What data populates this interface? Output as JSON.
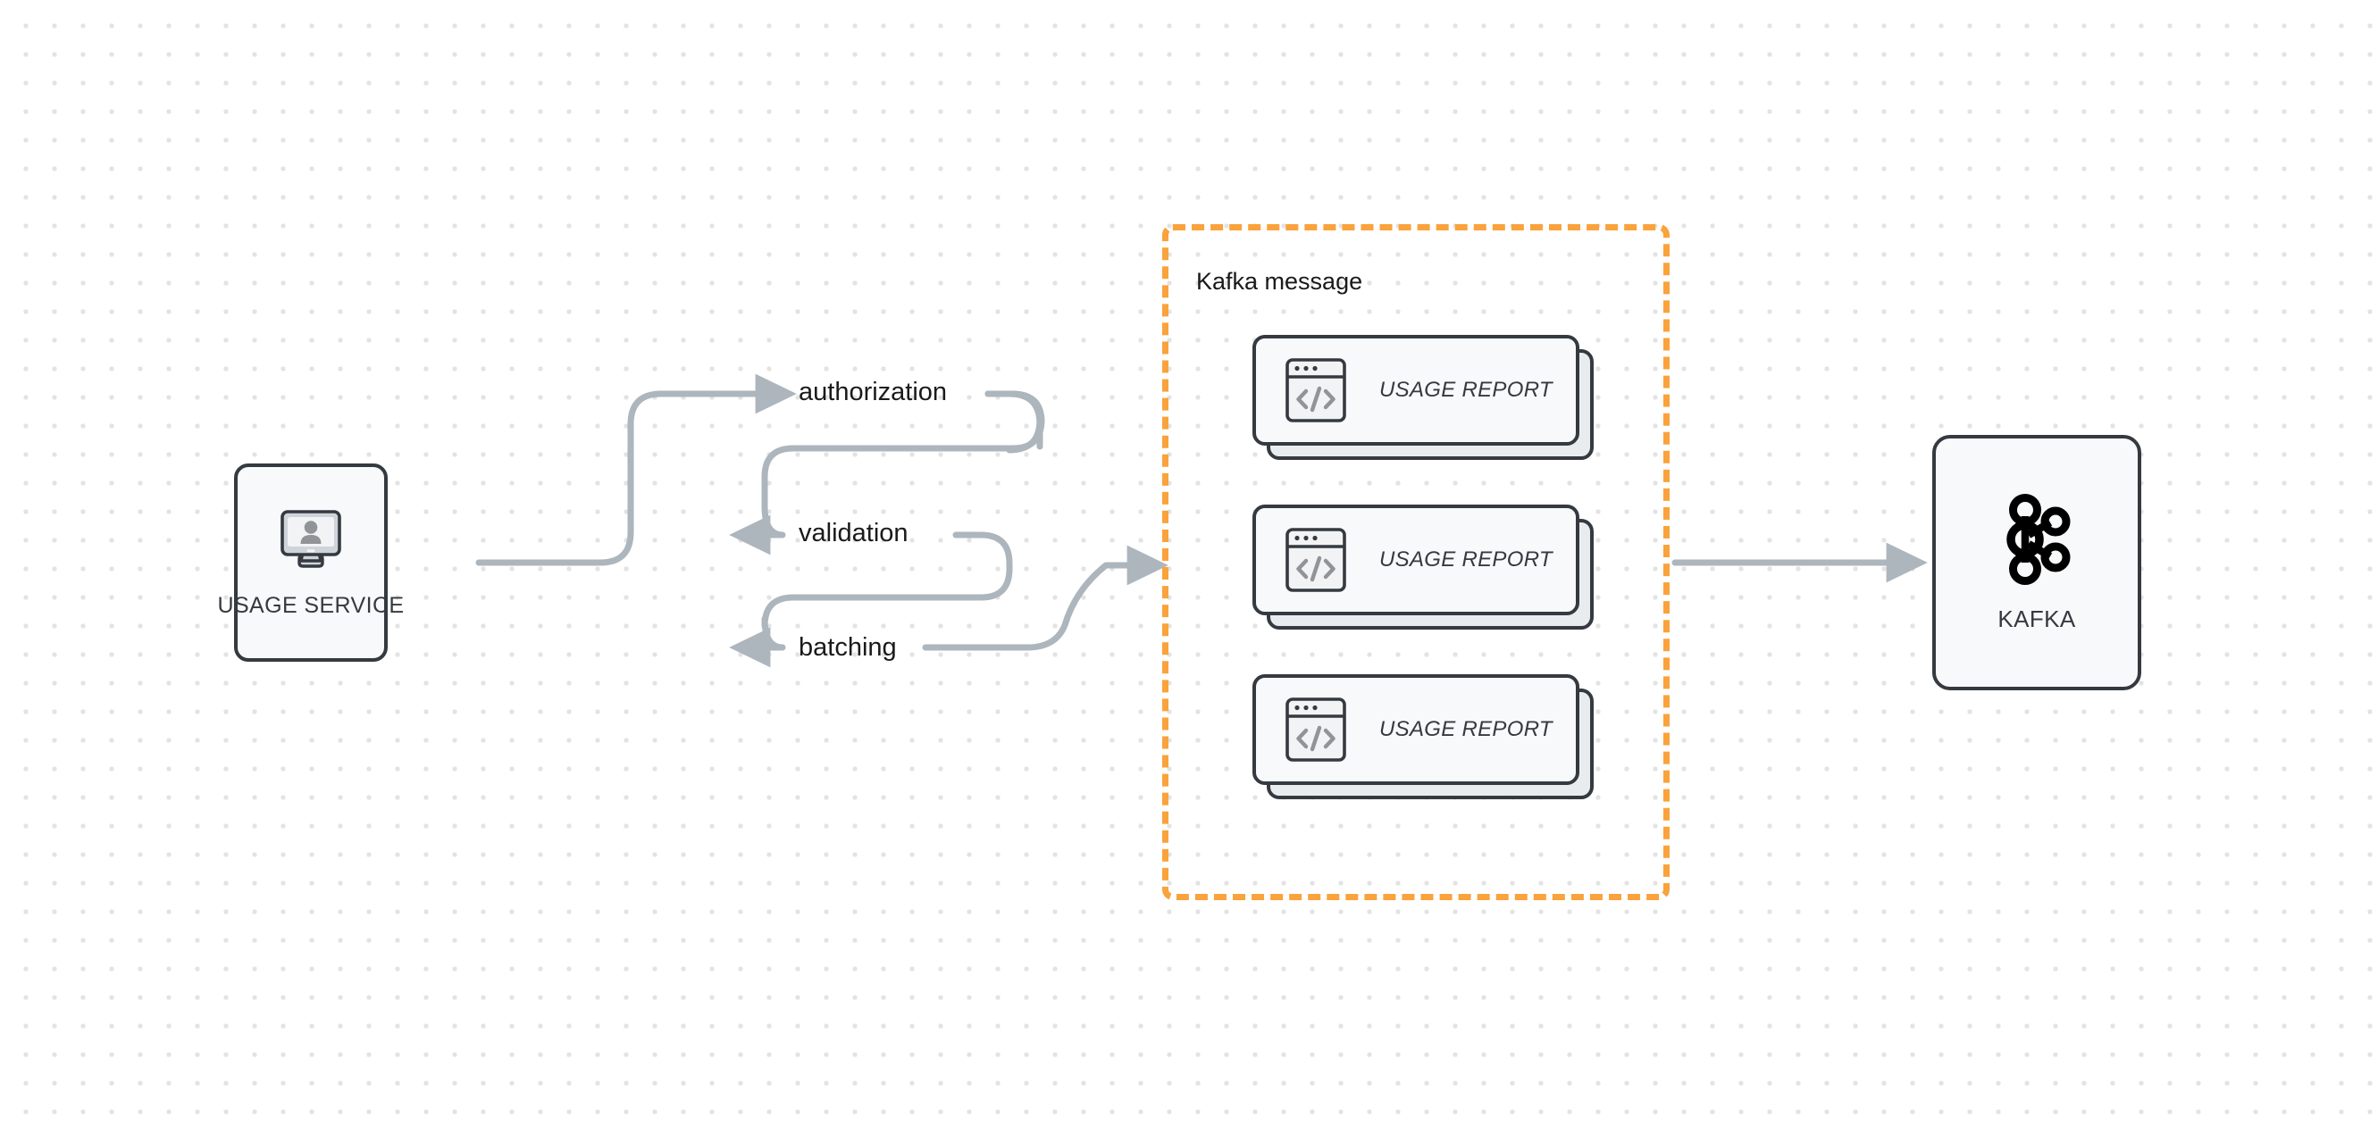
{
  "diagram": {
    "title": "Usage Service to Kafka flow",
    "background": {
      "color": "#ffffff",
      "dot_color": "#e3e3e3",
      "dot_spacing": 32
    },
    "colors": {
      "node_border": "#343a40",
      "node_fill": "#f8f9fa",
      "card_back_fill": "#e9ecef",
      "edge": "#adb5bd",
      "group_border": "#faa23c",
      "text": "#1a1a1a",
      "icon_gray": "#909497"
    }
  },
  "nodes": {
    "usage_service": {
      "label": "USAGE SERVICE",
      "icon": "monitor-user-icon"
    },
    "kafka": {
      "label": "KAFKA",
      "icon": "kafka-logo-icon"
    }
  },
  "group": {
    "title": "Kafka message",
    "border_style": "dashed",
    "border_color": "#faa23c"
  },
  "cards": [
    {
      "label": "USAGE REPORT",
      "icon": "code-window-icon"
    },
    {
      "label": "USAGE REPORT",
      "icon": "code-window-icon"
    },
    {
      "label": "USAGE REPORT",
      "icon": "code-window-icon"
    }
  ],
  "steps": [
    {
      "label": "authorization"
    },
    {
      "label": "validation"
    },
    {
      "label": "batching"
    }
  ]
}
